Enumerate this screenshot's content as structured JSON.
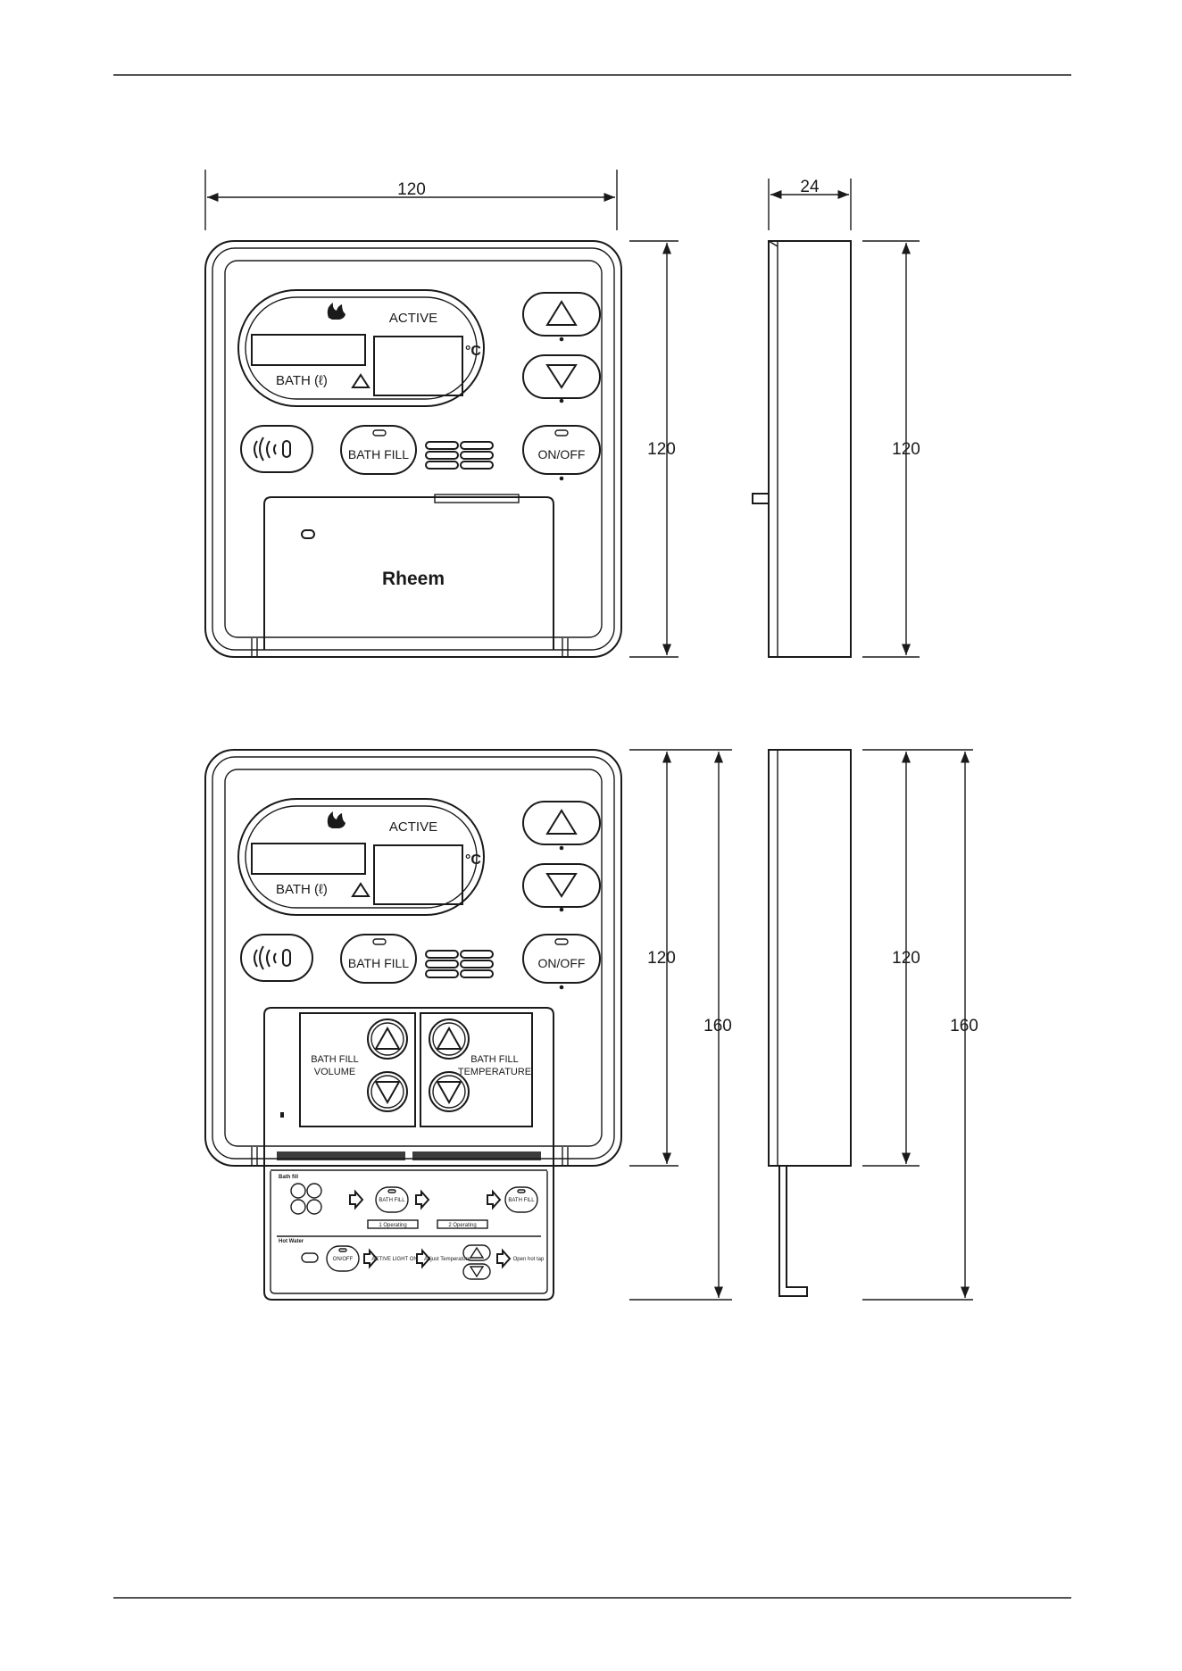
{
  "dimensions": {
    "width_front": "120",
    "depth_side": "24",
    "height_main": "120",
    "height_extended": "160"
  },
  "panel": {
    "active_label": "ACTIVE",
    "bath_label": "BATH (ℓ)",
    "temp_unit": "°C",
    "bath_fill_button": "BATH FILL",
    "on_off_button": "ON/OFF",
    "brand": "Rheem"
  },
  "cover": {
    "volume_label_1": "BATH FILL",
    "volume_label_2": "VOLUME",
    "temp_label_1": "BATH FILL",
    "temp_label_2": "TEMPERATURE"
  },
  "instructions": {
    "section_bath_fill": "Bath fill",
    "section_hot_water": "Hot Water",
    "bath_fill_button": "BATH FILL",
    "on_off_button": "ON/OFF",
    "active_step": "ACTIVE LIGHT ON",
    "adjust_step": "Adjust Temperature",
    "open_step": "Open hot tap",
    "step1": "1 Operating",
    "step2": "2 Operating"
  },
  "icons": {
    "flame": "flame-icon",
    "up": "up-arrow-icon",
    "down": "down-arrow-icon",
    "remote": "remote-signal-icon",
    "speaker": "speaker-grille-icon",
    "step_arrow": "step-arrow-icon"
  }
}
